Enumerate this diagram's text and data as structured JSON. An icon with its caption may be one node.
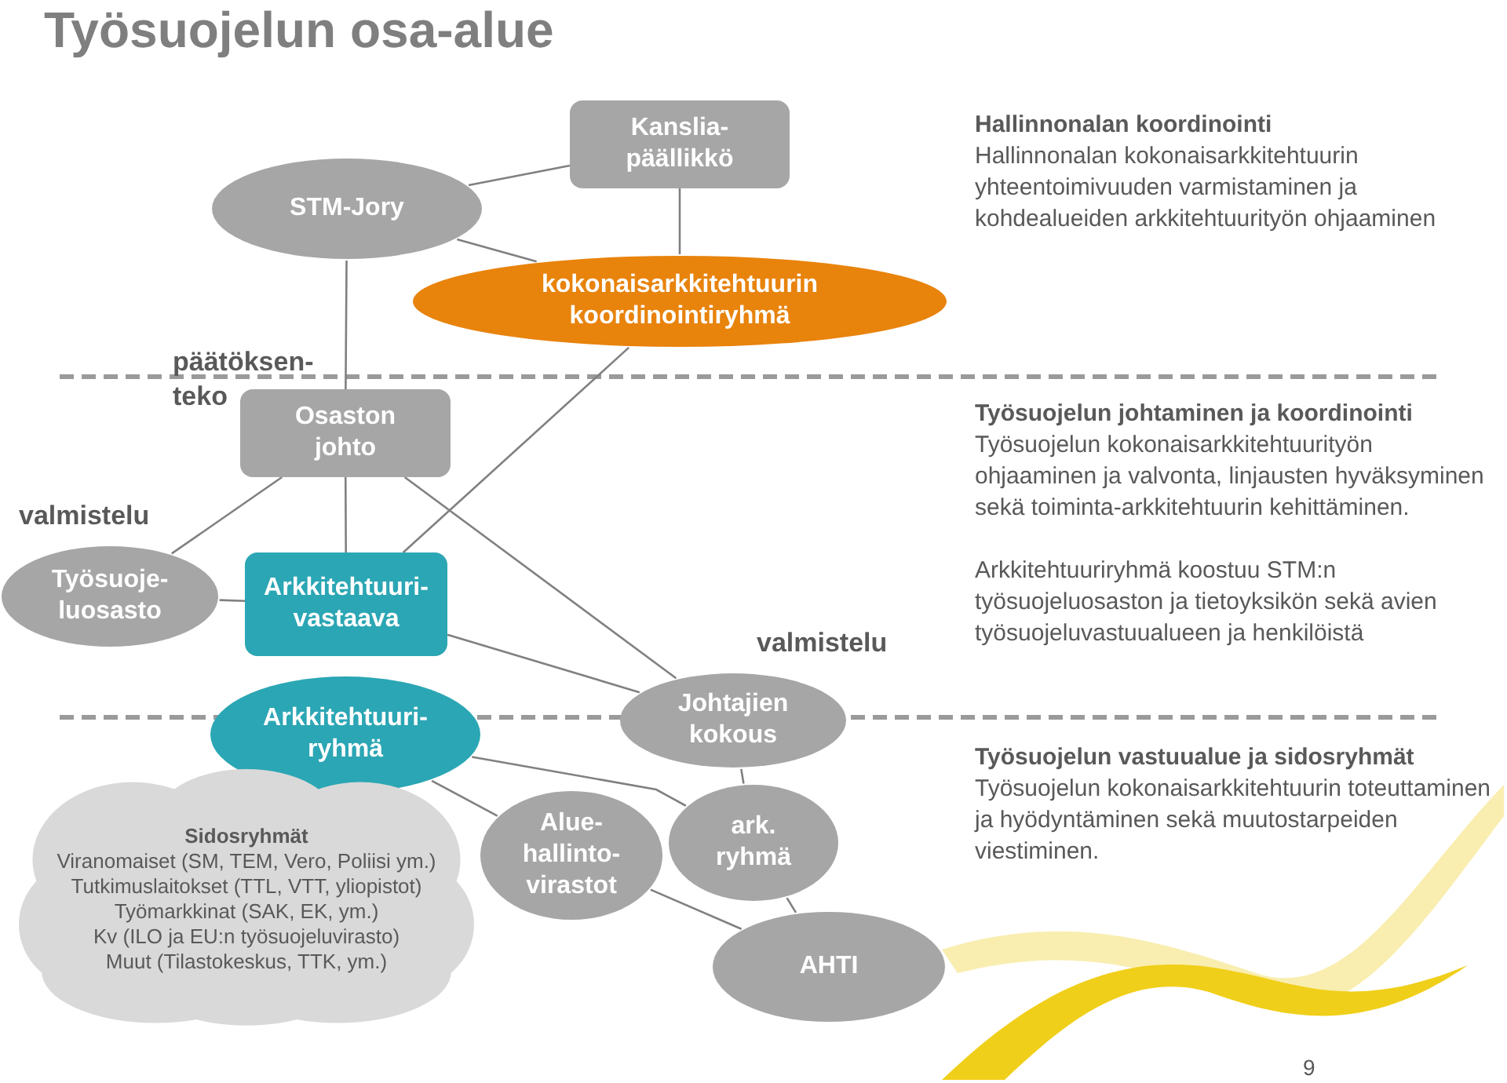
{
  "diagram": {
    "title": "Työsuojelun osa-alue",
    "nodes": [
      {
        "text": [
          "STM-Jory"
        ]
      },
      {
        "text": [
          "Kanslia- päällikkö"
        ]
      },
      {
        "text": [
          "kokonaisarkkitehtuurin koordinointiryhmä"
        ]
      },
      {
        "text": [
          "Osaston johto"
        ]
      },
      {
        "text": [
          "Työsuoje- luosasto"
        ]
      },
      {
        "text": [
          "Arkkitehtuuri- vastaava"
        ]
      },
      {
        "text": [
          "Arkkitehtuuri- ryhmä"
        ]
      },
      {
        "text": [
          "Sidosryhmät",
          "Viranomaiset (SM, TEM, Vero, Poliisi ym.)",
          "Tutkimuslaitokset (TTL, VTT, yliopistot)",
          "Työmarkkinat (SAK, EK, ym.)",
          "Kv (ILO ja EU:n työsuojeluvirasto)",
          "Muut (Tilastokeskus, TTK, ym.)"
        ]
      },
      {
        "text": [
          "Johtajien kokous"
        ]
      },
      {
        "text": [
          "Alue- hallinto- virastot"
        ]
      },
      {
        "text": [
          "ark. ryhmä"
        ]
      },
      {
        "text": [
          "AHTI"
        ]
      }
    ],
    "edges": [
      {
        "from": 0,
        "to": 1,
        "arrow": "none"
      },
      {
        "from": 0,
        "to": 2,
        "arrow": "none"
      },
      {
        "from": 1,
        "to": 2,
        "arrow": "none"
      },
      {
        "from": 0,
        "to": 3,
        "arrow": "none"
      },
      {
        "from": 3,
        "to": 4,
        "arrow": "none"
      },
      {
        "from": 3,
        "to": 5,
        "arrow": "none"
      },
      {
        "from": 5,
        "to": 2,
        "arrow": "none"
      },
      {
        "from": 3,
        "to": 8,
        "arrow": "none"
      },
      {
        "from": 4,
        "to": 5,
        "arrow": "none"
      },
      {
        "from": 5,
        "to": 8,
        "arrow": "none"
      },
      {
        "from": 6,
        "to": 9,
        "arrow": "none"
      },
      {
        "from": 6,
        "to": 10,
        "arrow": "none"
      },
      {
        "from": 8,
        "to": 10,
        "arrow": "none"
      },
      {
        "from": 9,
        "to": 11,
        "arrow": "none"
      },
      {
        "from": 10,
        "to": 11,
        "arrow": "none"
      }
    ],
    "labels": [
      "päätöksen- teko",
      "valmistelu",
      "valmistelu",
      "Hallinnonalan koordinointi",
      "Hallinnonalan kokonaisarkkitehtuurin yhteentoimivuuden varmistaminen ja kohdealueiden arkkitehtuurityön ohjaaminen",
      "Työsuojelun johtaminen ja koordinointi",
      "Työsuojelun kokonaisarkkitehtuurityön ohjaaminen ja valvonta, linjausten hyväksyminen sekä toiminta-arkkitehtuurin kehittäminen.",
      "Arkkitehtuuriryhmä koostuu STM:n työsuojeluosaston ja tietoyksikön sekä avien työsuojeluvastuualueen ja henkilöistä",
      "Työsuojelun vastuualue ja sidosryhmät",
      "Työsuojelun kokonaisarkkitehtuurin toteuttaminen ja hyödyntäminen sekä muutostarpeiden viestiminen.",
      "9"
    ]
  }
}
